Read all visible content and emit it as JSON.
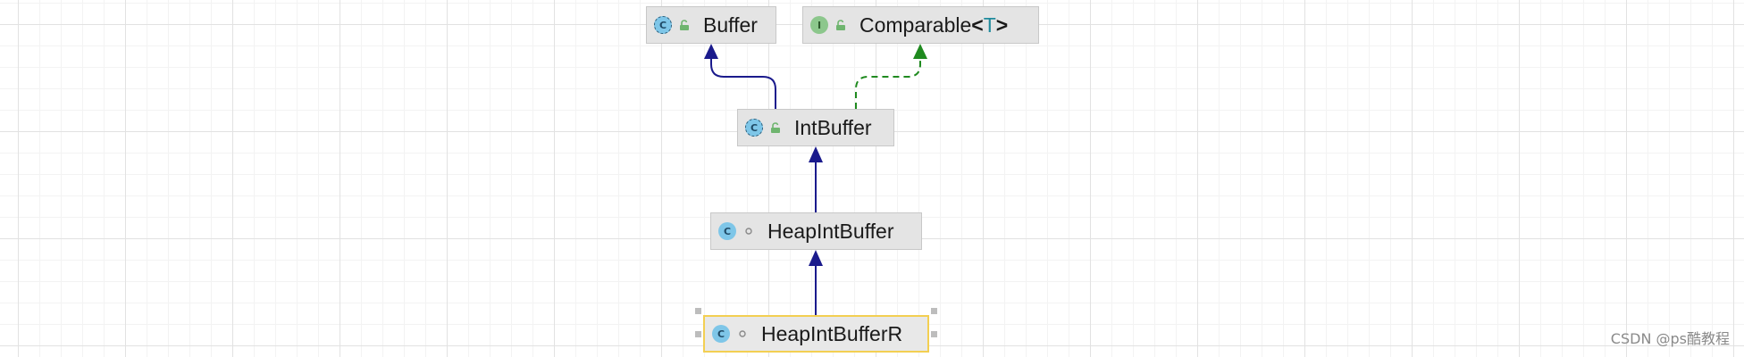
{
  "diagram": {
    "nodes": [
      {
        "id": "buffer",
        "name": "Buffer",
        "badge": "C",
        "kind": "abstract-class",
        "visibility": "public"
      },
      {
        "id": "comparable",
        "name": "Comparable",
        "type_param": "T",
        "badge": "I",
        "kind": "interface",
        "visibility": "public"
      },
      {
        "id": "intbuffer",
        "name": "IntBuffer",
        "badge": "C",
        "kind": "abstract-class",
        "visibility": "public"
      },
      {
        "id": "heapintbuffer",
        "name": "HeapIntBuffer",
        "badge": "C",
        "kind": "class",
        "visibility": "package-private"
      },
      {
        "id": "heapintbufferr",
        "name": "HeapIntBufferR",
        "badge": "C",
        "kind": "class",
        "visibility": "package-private",
        "selected": true
      }
    ],
    "edges": [
      {
        "from": "intbuffer",
        "to": "buffer",
        "relation": "extends",
        "style": "solid",
        "color": "#1a1a8c"
      },
      {
        "from": "intbuffer",
        "to": "comparable",
        "relation": "implements",
        "style": "dashed",
        "color": "#1f8a1f"
      },
      {
        "from": "heapintbuffer",
        "to": "intbuffer",
        "relation": "extends",
        "style": "solid",
        "color": "#1a1a8c"
      },
      {
        "from": "heapintbufferr",
        "to": "heapintbuffer",
        "relation": "extends",
        "style": "solid",
        "color": "#1a1a8c"
      }
    ]
  },
  "watermark": "CSDN @ps酷教程",
  "colors": {
    "extends_arrow": "#1a1a8c",
    "implements_arrow": "#1f8a1f",
    "selection_border": "#f3cf52",
    "class_badge": "#7ec6e8",
    "interface_badge": "#8cc78c",
    "visibility_public": "#6fb56f"
  }
}
